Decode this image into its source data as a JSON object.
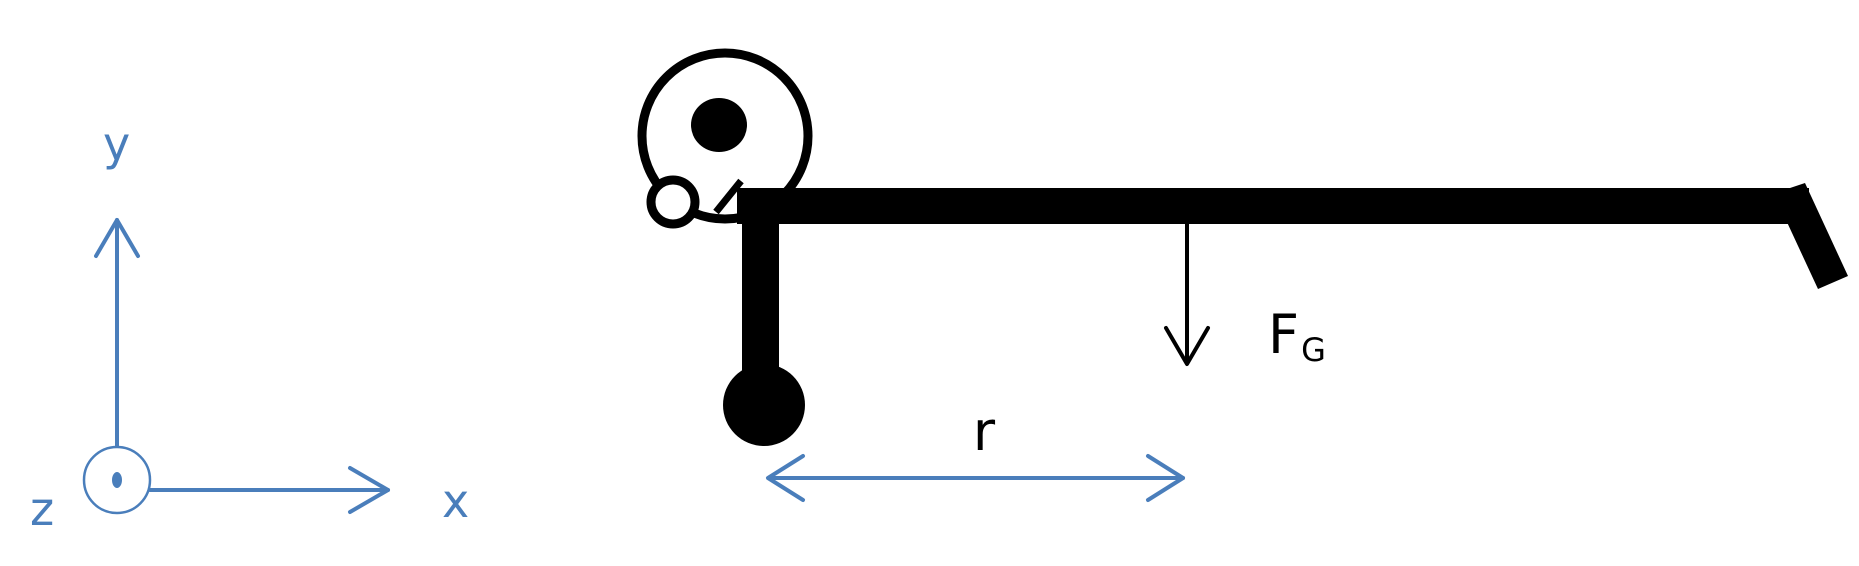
{
  "axes": {
    "color": "#4a7ebb",
    "x_label": "x",
    "y_label": "y",
    "z_label": "z"
  },
  "labels": {
    "distance": "r",
    "force": "F",
    "force_subscript": "G"
  },
  "colors": {
    "mechanism": "#000000",
    "background": "#ffffff"
  }
}
